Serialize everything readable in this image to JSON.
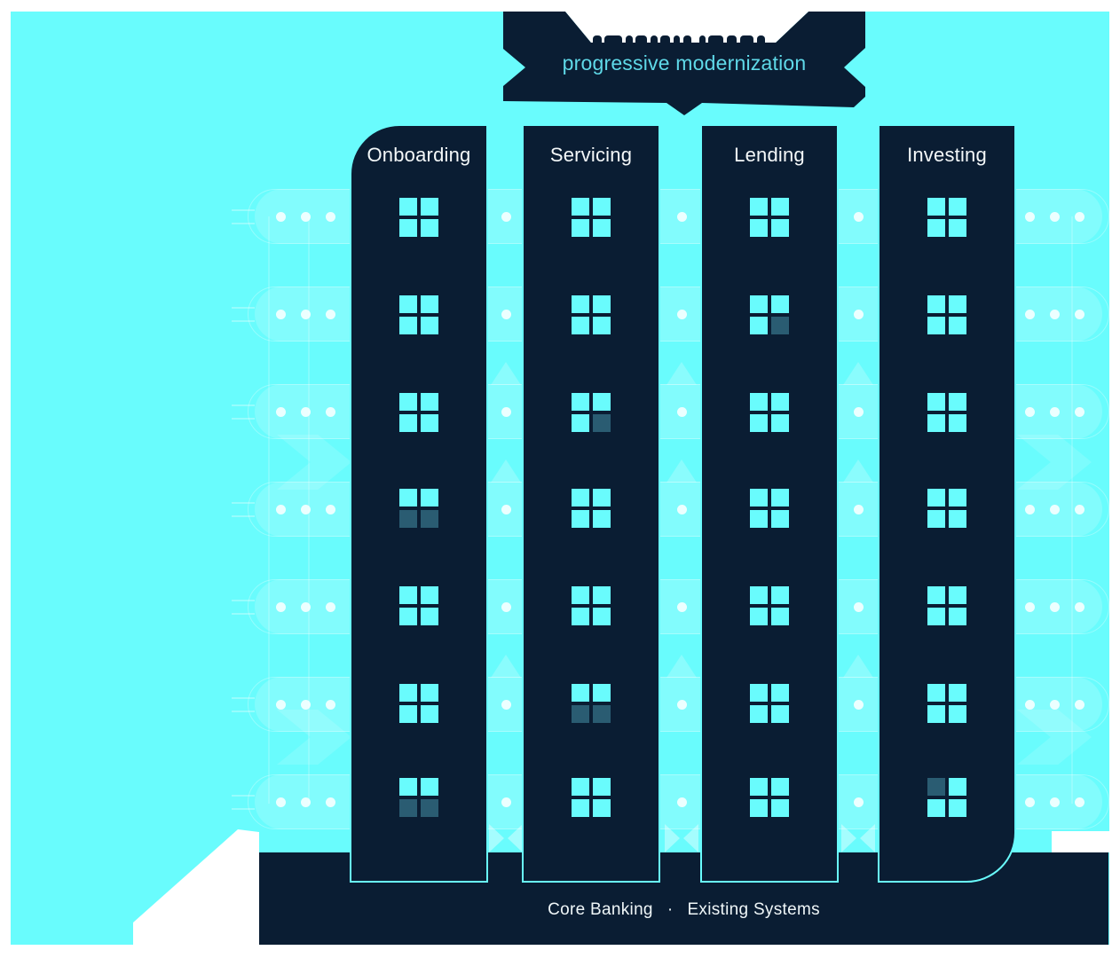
{
  "banner": {
    "title": "progressive modernization"
  },
  "towers": [
    {
      "label": "Onboarding",
      "windows": [
        "1111",
        "1111",
        "1111",
        "1100",
        "1111",
        "1111",
        "1100"
      ]
    },
    {
      "label": "Servicing",
      "windows": [
        "1111",
        "1111",
        "1110",
        "1111",
        "1111",
        "1100",
        "1111"
      ]
    },
    {
      "label": "Lending",
      "windows": [
        "1111",
        "1110",
        "1111",
        "1111",
        "1111",
        "1111",
        "1111"
      ]
    },
    {
      "label": "Investing",
      "windows": [
        "1111",
        "1111",
        "1111",
        "1111",
        "1111",
        "1111",
        "0111"
      ]
    }
  ],
  "windows_encoding": "pane order tl,tr,bl,br — 1 lit, 0 dim",
  "base": {
    "left_label": "Core Banking",
    "separator": "·",
    "right_label": "Existing Systems"
  },
  "colors": {
    "background": "#FFFFFF",
    "canvas_cyan": "#69FCFD",
    "navy": "#0A1D33",
    "window_lit": "#69FCFD",
    "window_dim": "#2A5C72",
    "banner_title": "#5FD9E8"
  }
}
